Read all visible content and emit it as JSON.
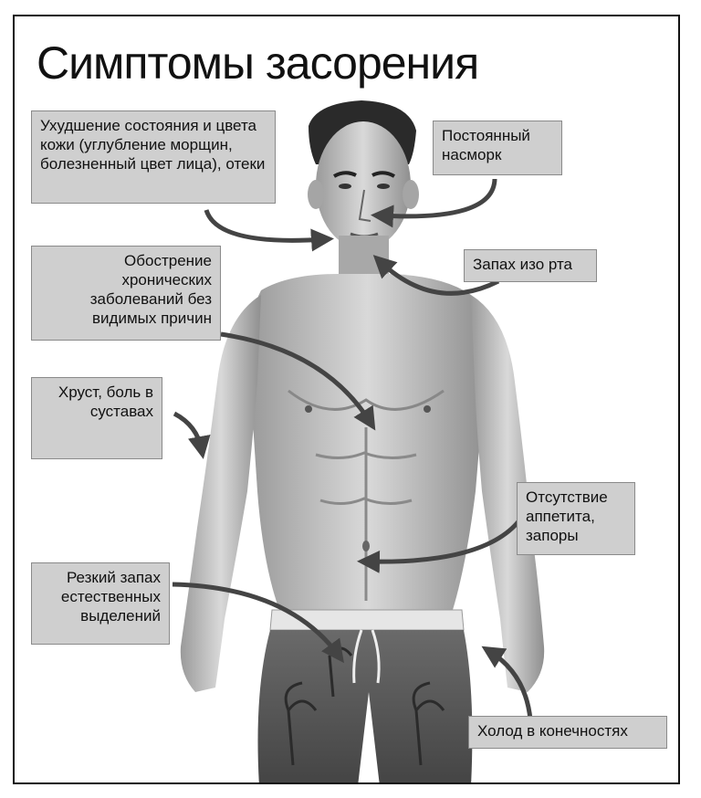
{
  "title": "Симптомы засорения",
  "labels": {
    "skin": "Ухудшение состояния и цвета кожи (углубление морщин, болезненный цвет лица), отеки",
    "runny_nose": "Постоянный насморк",
    "bad_breath": "Запах изо рта",
    "chronic": "Обострение хронических заболеваний без видимых причин",
    "joints": "Хруст, боль в суставах",
    "appetite": "Отсутствие аппетита, запоры",
    "odor": "Резкий запах естественных выделений",
    "cold_limbs": "Холод в конечностях"
  },
  "colors": {
    "box_fill": "#cfcfcf",
    "box_border": "#8a8a8a",
    "arrow": "#444444",
    "frame": "#111111"
  }
}
